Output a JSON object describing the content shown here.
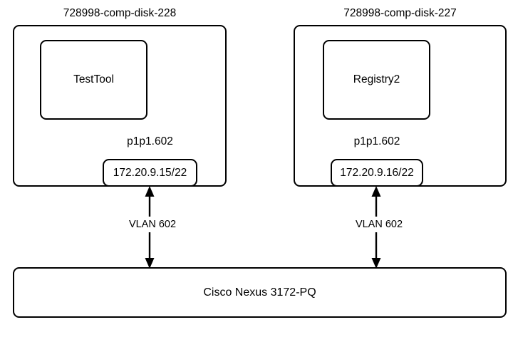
{
  "diagram": {
    "stroke_color": "#000000",
    "background_color": "#ffffff",
    "hosts": [
      {
        "title": "728998-comp-disk-228",
        "app": "TestTool",
        "nic": "p1p1.602",
        "ip": "172.20.9.15/22",
        "link_label": "VLAN 602"
      },
      {
        "title": "728998-comp-disk-227",
        "app": "Registry2",
        "nic": "p1p1.602",
        "ip": "172.20.9.16/22",
        "link_label": "VLAN 602"
      }
    ],
    "switch": {
      "label": "Cisco Nexus 3172-PQ"
    }
  }
}
